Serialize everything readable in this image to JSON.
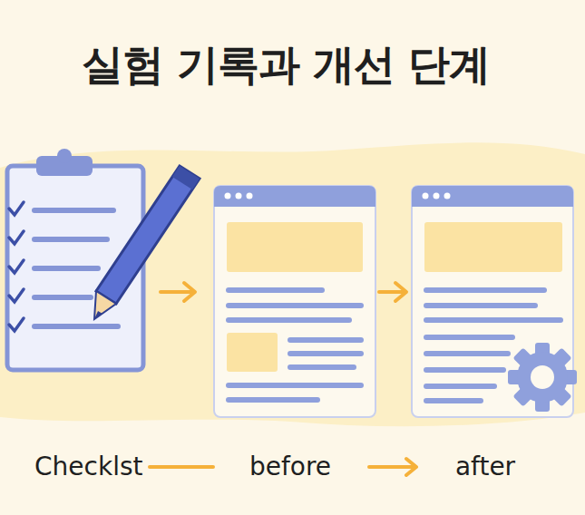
{
  "diagram": {
    "title": "실험 기록과 개선 단계",
    "labels": [
      "Checklst",
      "before",
      "after"
    ]
  }
}
